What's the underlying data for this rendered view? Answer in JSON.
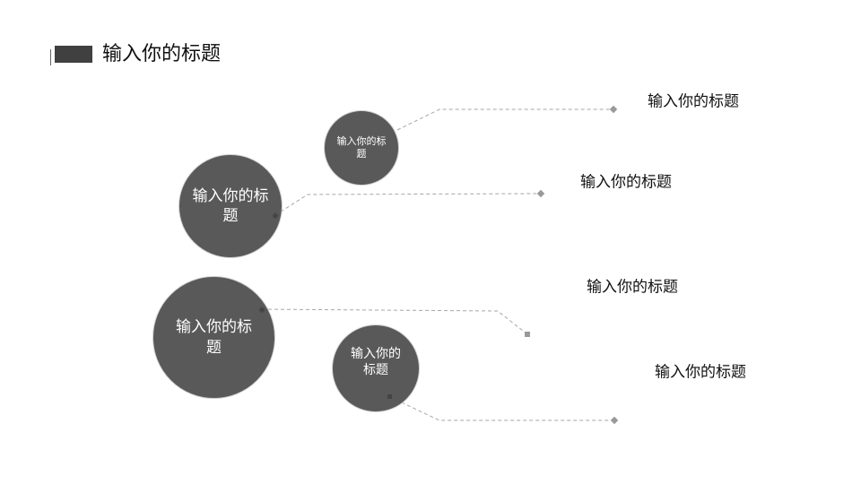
{
  "header": {
    "title": "输入你的标题"
  },
  "colors": {
    "circle": "#595959",
    "line": "#a6a6a6",
    "accent_bar": "#404040"
  },
  "circles": [
    {
      "text": "输入你的标题"
    },
    {
      "text": "输入你的标题"
    },
    {
      "text": "输入你的标题"
    },
    {
      "text": "输入你的标题"
    }
  ],
  "labels": [
    {
      "text": "输入你的标题"
    },
    {
      "text": "输入你的标题"
    },
    {
      "text": "输入你的标题"
    },
    {
      "text": "输入你的标题"
    }
  ]
}
